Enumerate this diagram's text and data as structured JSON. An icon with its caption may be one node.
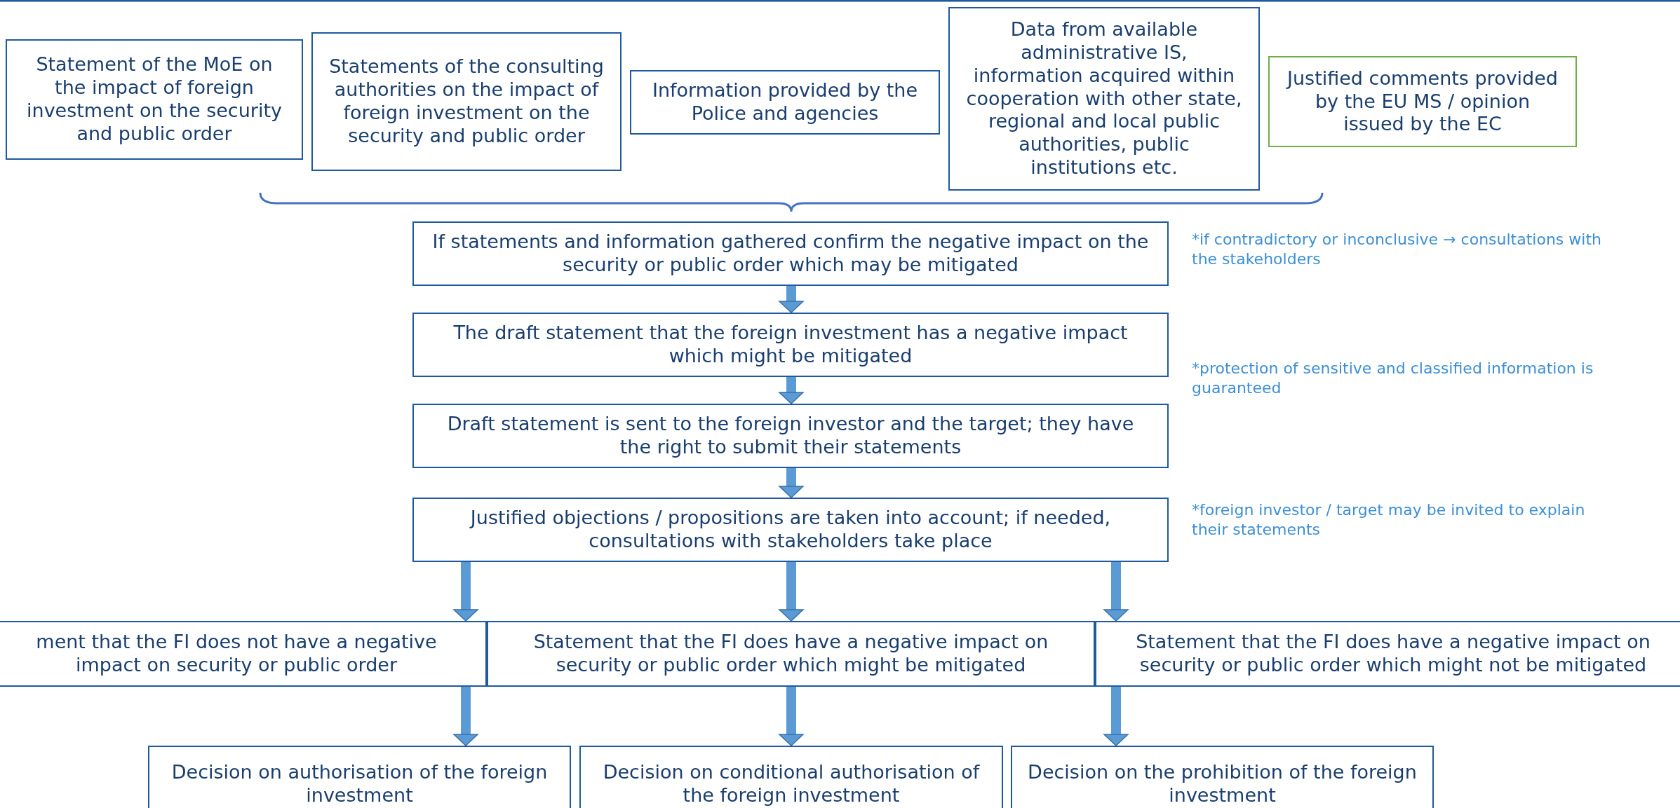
{
  "diagram": {
    "nodes": [
      {
        "text": [
          "Statement of the MoE on the impact of foreign investment on the security and public order"
        ]
      },
      {
        "text": [
          "Statements of the consulting authorities on the impact of foreign investment on the security and public order"
        ]
      },
      {
        "text": [
          "Information provided by the Police and agencies"
        ]
      },
      {
        "text": [
          "Data from available administrative IS, information acquired within cooperation with other state, regional and local public authorities, public institutions etc."
        ]
      },
      {
        "text": [
          "Justified comments provided by the EU MS / opinion issued by the EC"
        ]
      },
      {
        "text": [
          "If statements and information gathered confirm the negative impact on the security or public order which may be mitigated"
        ]
      },
      {
        "text": [
          "The draft statement that the foreign investment has a negative impact which might be mitigated"
        ]
      },
      {
        "text": [
          "Draft statement is sent to the foreign investor and the target; they have the right to submit their statements"
        ]
      },
      {
        "text": [
          "Justified objections / propositions are taken into account; if needed, consultations with stakeholders take place"
        ]
      },
      {
        "text": [
          "ment that the FI does not have a negative impact on security or public order"
        ]
      },
      {
        "text": [
          "Statement that the FI does have a negative impact on security or public order which might be mitigated"
        ]
      },
      {
        "text": [
          "Statement that the FI does have a negative impact on security or public order which might not be mitigated"
        ]
      },
      {
        "text": [
          "Decision on authorisation of the foreign investment"
        ]
      },
      {
        "text": [
          "Decision on conditional authorisation of the foreign investment"
        ]
      },
      {
        "text": [
          "Decision on the prohibition of the foreign investment"
        ]
      }
    ],
    "edges": [
      {
        "from": 5,
        "to": 6,
        "arrow": "to"
      },
      {
        "from": 6,
        "to": 7,
        "arrow": "to"
      },
      {
        "from": 7,
        "to": 8,
        "arrow": "to"
      },
      {
        "from": 8,
        "to": 9,
        "arrow": "to"
      },
      {
        "from": 8,
        "to": 10,
        "arrow": "to"
      },
      {
        "from": 8,
        "to": 11,
        "arrow": "to"
      },
      {
        "from": 9,
        "to": 12,
        "arrow": "to"
      },
      {
        "from": 10,
        "to": 13,
        "arrow": "to"
      },
      {
        "from": 11,
        "to": 14,
        "arrow": "to"
      }
    ],
    "labels": [
      "*if contradictory or inconclusive → consultations with the stakeholders",
      "*protection of sensitive and classified information is guaranteed",
      "*foreign investor / target may be invited to explain their statements"
    ]
  }
}
